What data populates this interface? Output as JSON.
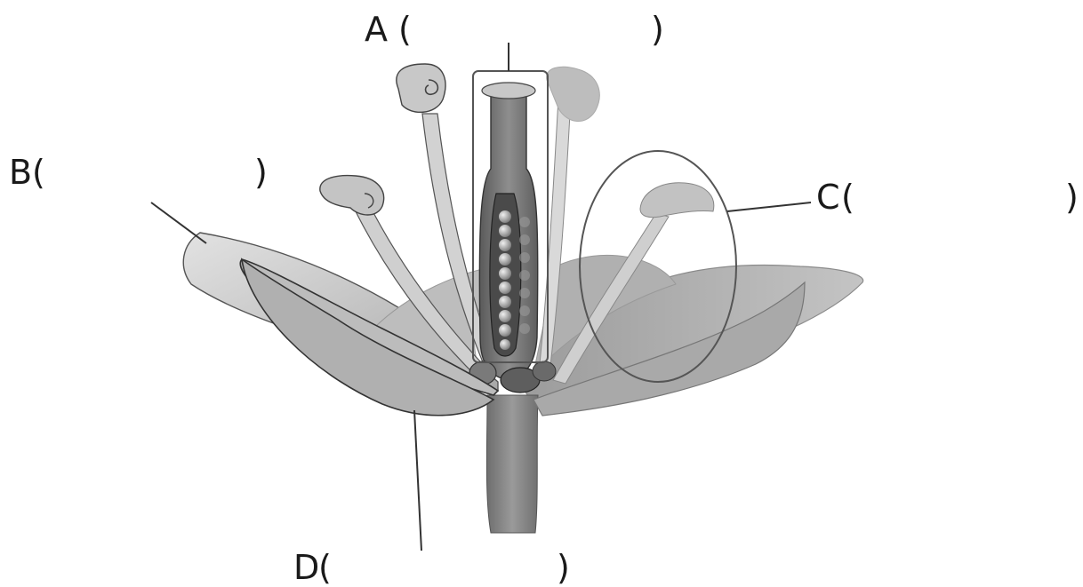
{
  "labels": {
    "a": {
      "letter": "A",
      "open": "(",
      "close": ")"
    },
    "b": {
      "letter": "B",
      "open": "(",
      "close": ")"
    },
    "c": {
      "letter": "C",
      "open": "(",
      "close": ")"
    },
    "d": {
      "letter": "D",
      "open": "(",
      "close": ")"
    }
  },
  "colors": {
    "background": "#ffffff",
    "text": "#1a1a1a",
    "leader_line": "#333333",
    "petal_light": "#d8d8d8",
    "petal_mid": "#b4b4b4",
    "petal_dark": "#8a8a8a",
    "ovule": "#9a9a9a"
  }
}
